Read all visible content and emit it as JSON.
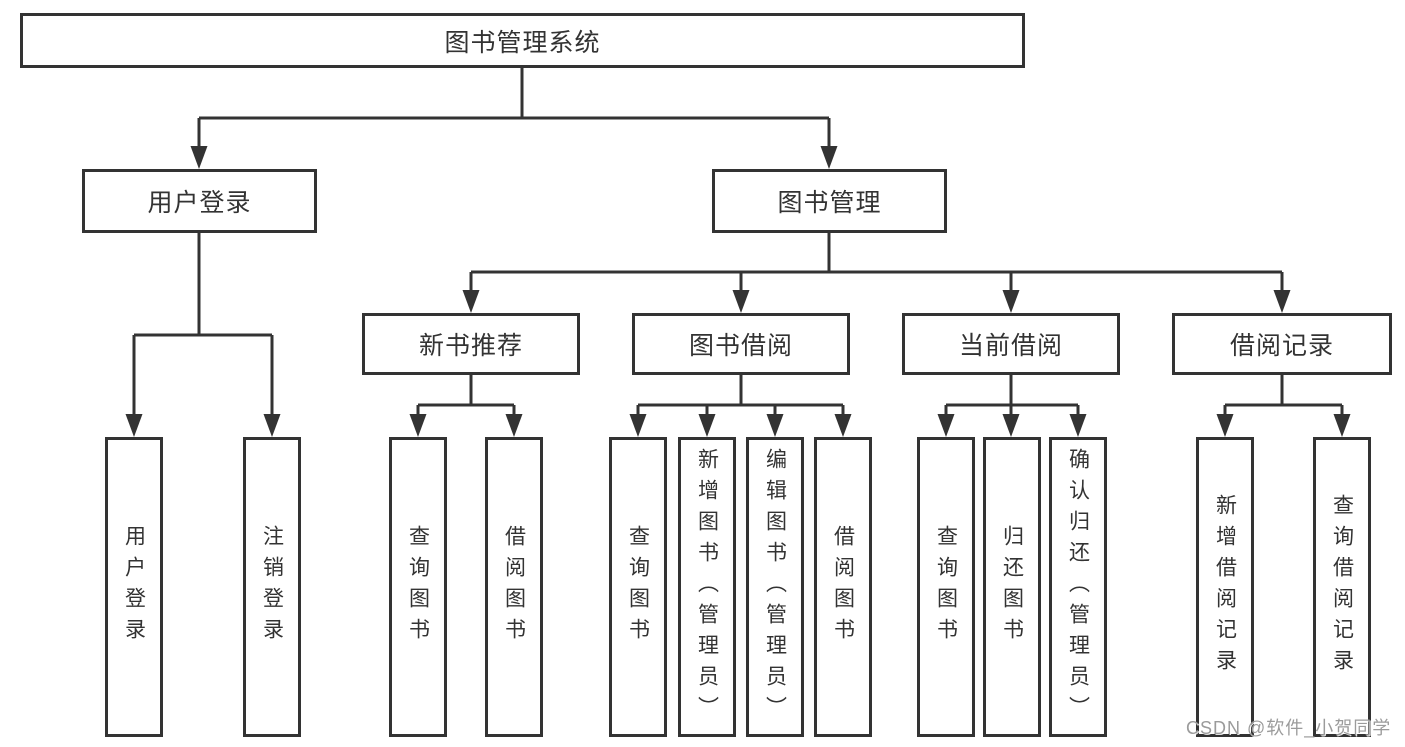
{
  "diagram_title": "图书管理系统",
  "nodes": {
    "root": "图书管理系统",
    "user_login": "用户登录",
    "book_management": "图书管理",
    "new_book_recommendation": "新书推荐",
    "book_borrowing": "图书借阅",
    "current_borrowing": "当前借阅",
    "borrowing_records": "借阅记录",
    "leaf_user_login": "用户登录",
    "leaf_logout_login": "注销登录",
    "leaf_query_books_recommend": "查询图书",
    "leaf_borrow_books_recommend": "借阅图书",
    "leaf_query_books_borrowing": "查询图书",
    "leaf_add_books_admin": "新增图书（管理员）",
    "leaf_edit_books_admin": "编辑图书（管理员）",
    "leaf_borrow_books_borrowing": "借阅图书",
    "leaf_query_books_current": "查询图书",
    "leaf_return_books": "归还图书",
    "leaf_confirm_return_admin": "确认归还（管理员）",
    "leaf_add_borrow_record": "新增借阅记录",
    "leaf_query_borrow_record": "查询借阅记录"
  },
  "hierarchy": {
    "图书管理系统": {
      "用户登录": [
        "用户登录",
        "注销登录"
      ],
      "图书管理": {
        "新书推荐": [
          "查询图书",
          "借阅图书"
        ],
        "图书借阅": [
          "查询图书",
          "新增图书（管理员）",
          "编辑图书（管理员）",
          "借阅图书"
        ],
        "当前借阅": [
          "查询图书",
          "归还图书",
          "确认归还（管理员）"
        ],
        "借阅记录": [
          "新增借阅记录",
          "查询借阅记录"
        ]
      }
    }
  },
  "watermark": {
    "text": "CSDN @软件_小贺同学"
  },
  "colors": {
    "background": "#ffffff",
    "line": "#333333",
    "text": "#333333",
    "watermark": "#9b9b9b"
  }
}
